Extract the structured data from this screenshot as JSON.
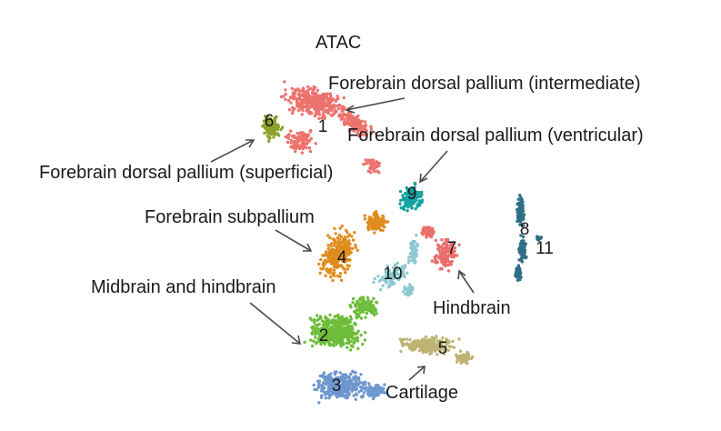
{
  "chart_data": {
    "type": "scatter",
    "title": "ATAC",
    "xlabel": "",
    "ylabel": "",
    "grid": false,
    "axes_visible": false,
    "clusters": [
      {
        "id": "1",
        "color": "#ec736e"
      },
      {
        "id": "2",
        "color": "#6ebd3a"
      },
      {
        "id": "3",
        "color": "#6f97cf"
      },
      {
        "id": "4",
        "color": "#e08c1e"
      },
      {
        "id": "5",
        "color": "#bdb473"
      },
      {
        "id": "6",
        "color": "#8aa12b"
      },
      {
        "id": "7",
        "color": "#ea6e6c"
      },
      {
        "id": "8",
        "color": "#2f6f86"
      },
      {
        "id": "9",
        "color": "#14a3a0"
      },
      {
        "id": "10",
        "color": "#8cc9d1"
      },
      {
        "id": "11",
        "color": "#2f6f86"
      }
    ],
    "annotations": [
      {
        "text": "Forebrain dorsal pallium (intermediate)",
        "target": "1"
      },
      {
        "text": "Forebrain dorsal pallium (ventricular)",
        "target": "9"
      },
      {
        "text": "Forebrain dorsal pallium (superficial)",
        "target": "6"
      },
      {
        "text": "Forebrain subpallium",
        "target": "4"
      },
      {
        "text": "Midbrain and hindbrain",
        "target": "2"
      },
      {
        "text": "Hindbrain",
        "target": "7"
      },
      {
        "text": "Cartilage",
        "target": "5"
      }
    ]
  }
}
